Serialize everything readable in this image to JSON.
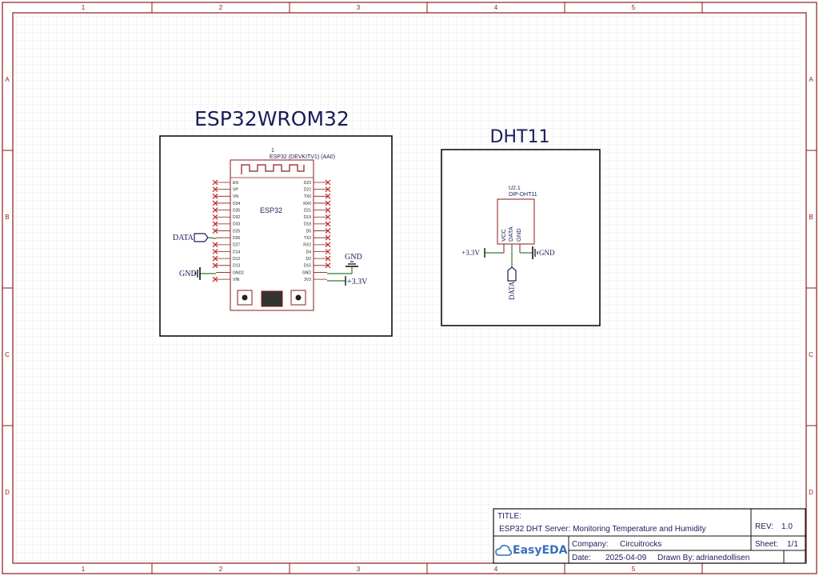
{
  "border": {
    "columns": [
      "1",
      "2",
      "3",
      "4",
      "5"
    ],
    "rows": [
      "A",
      "B",
      "C",
      "D"
    ]
  },
  "esp32_block": {
    "title": "ESP32WROM32",
    "ref": "1",
    "part": "ESP32 (DEVKITV1) (AA0)",
    "chip_label": "ESP32",
    "left_pins": [
      "EN",
      "VP",
      "VN",
      "D34",
      "D35",
      "D32",
      "D33",
      "D25",
      "D26",
      "D27",
      "D14",
      "D12",
      "D13",
      "GND2",
      "VIN"
    ],
    "right_pins": [
      "D23",
      "D22",
      "TX0",
      "RX0",
      "D21",
      "D19",
      "D18",
      "D5",
      "TX2",
      "RX2",
      "D4",
      "D2",
      "D15",
      "GND",
      "3V3"
    ],
    "net_data": "DATA",
    "net_gnd_left": "GND",
    "net_gnd_right": "GND",
    "net_3v3": "+3.3V"
  },
  "dht_block": {
    "title": "DHT11",
    "ref": "U2.1",
    "part": "DIP-DHT11",
    "pins": [
      "VCC",
      "DATA",
      "GND"
    ],
    "net_3v3": "+3.3V",
    "net_gnd": "GND",
    "net_data": "DATA"
  },
  "title_block": {
    "title_label": "TITLE:",
    "title": "ESP32 DHT Server: Monitoring Temperature and Humidity",
    "rev_label": "REV:",
    "rev": "1.0",
    "company_label": "Company:",
    "company": "Circuitrocks",
    "sheet_label": "Sheet:",
    "sheet": "1/1",
    "date_label": "Date:",
    "date": "2025-04-09",
    "drawn_label": "Drawn By:",
    "drawn_by": "adrianedollisen",
    "logo_text": "EasyEDA"
  },
  "colors": {
    "border": "#8b1a1a",
    "ink": "#1c1c5a",
    "wire": "#2e7d32",
    "noconnect": "#c62828",
    "grid": "#dcdcdc"
  }
}
